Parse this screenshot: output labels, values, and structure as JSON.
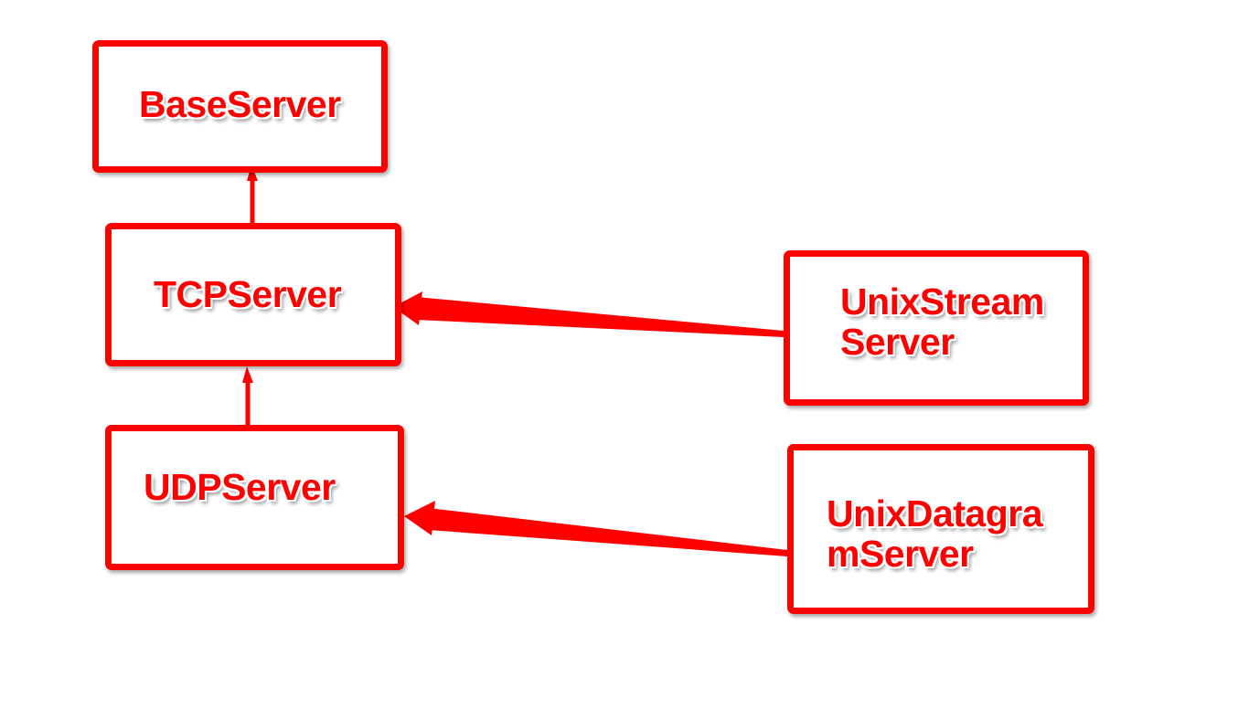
{
  "colors": {
    "accent": "#ff0000",
    "background": "#ffffff"
  },
  "nodes": {
    "base_server": {
      "label": "BaseServer"
    },
    "tcp_server": {
      "label": "TCPServer"
    },
    "udp_server": {
      "label": "UDPServer"
    },
    "unix_stream_server": {
      "label": "UnixStream\nServer"
    },
    "unix_datagram_server": {
      "label": "UnixDatagra\nmServer"
    }
  },
  "edges": [
    {
      "from": "tcp_server",
      "to": "base_server"
    },
    {
      "from": "udp_server",
      "to": "tcp_server"
    },
    {
      "from": "unix_stream_server",
      "to": "tcp_server"
    },
    {
      "from": "unix_datagram_server",
      "to": "udp_server"
    }
  ]
}
